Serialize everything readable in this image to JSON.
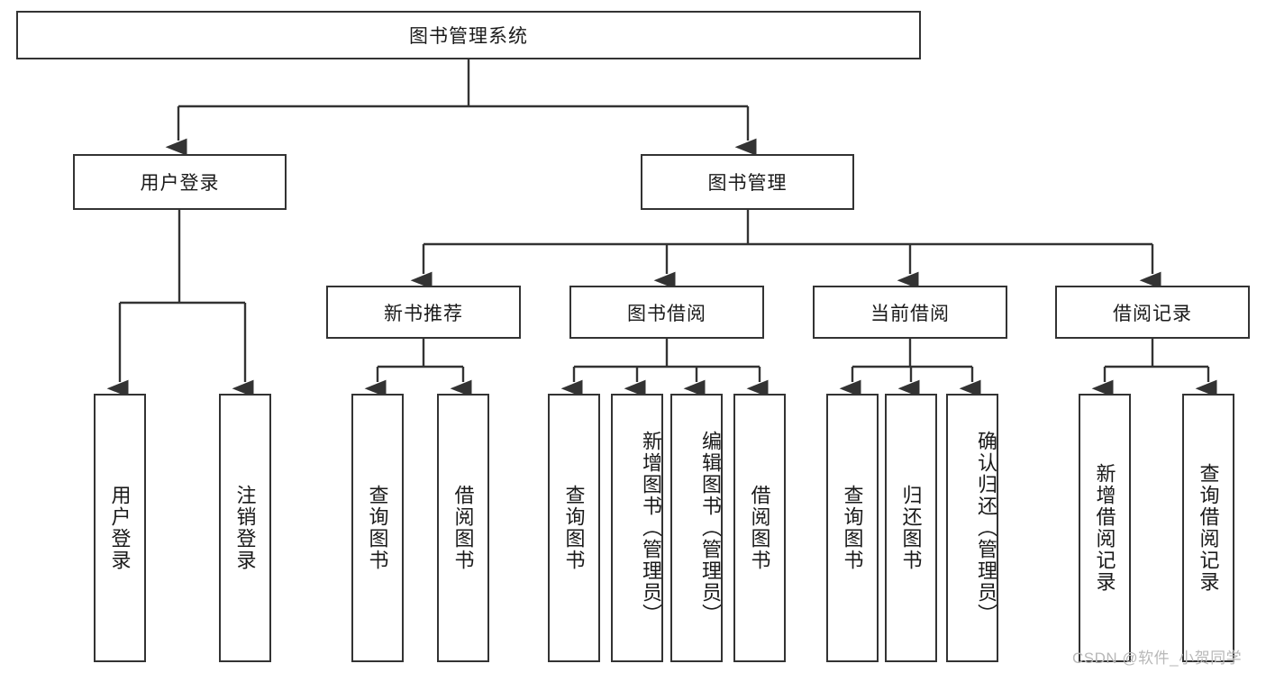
{
  "diagram": {
    "type": "tree-hierarchy",
    "title": "图书管理系统",
    "root": {
      "id": "root",
      "label": "图书管理系统",
      "orientation": "horizontal"
    },
    "level2": [
      {
        "id": "user-login",
        "label": "用户登录",
        "orientation": "horizontal"
      },
      {
        "id": "book-manage",
        "label": "图书管理",
        "orientation": "horizontal"
      }
    ],
    "level3": [
      {
        "id": "new-book-rec",
        "label": "新书推荐",
        "orientation": "horizontal",
        "parent": "book-manage"
      },
      {
        "id": "book-borrow",
        "label": "图书借阅",
        "orientation": "horizontal",
        "parent": "book-manage"
      },
      {
        "id": "current-borrow",
        "label": "当前借阅",
        "orientation": "horizontal",
        "parent": "book-manage"
      },
      {
        "id": "borrow-record",
        "label": "借阅记录",
        "orientation": "horizontal",
        "parent": "book-manage"
      }
    ],
    "leaves": [
      {
        "id": "leaf-user-login",
        "label": "用户登录",
        "parent": "user-login"
      },
      {
        "id": "leaf-logout",
        "label": "注销登录",
        "parent": "user-login"
      },
      {
        "id": "leaf-query-book-1",
        "label": "查询图书",
        "parent": "new-book-rec"
      },
      {
        "id": "leaf-borrow-book-1",
        "label": "借阅图书",
        "parent": "new-book-rec"
      },
      {
        "id": "leaf-query-book-2",
        "label": "查询图书",
        "parent": "book-borrow"
      },
      {
        "id": "leaf-add-book",
        "label": "新增图书（管理员）",
        "parent": "book-borrow"
      },
      {
        "id": "leaf-edit-book",
        "label": "编辑图书（管理员）",
        "parent": "book-borrow"
      },
      {
        "id": "leaf-borrow-book-2",
        "label": "借阅图书",
        "parent": "book-borrow"
      },
      {
        "id": "leaf-query-book-3",
        "label": "查询图书",
        "parent": "current-borrow"
      },
      {
        "id": "leaf-return-book",
        "label": "归还图书",
        "parent": "current-borrow"
      },
      {
        "id": "leaf-confirm-return",
        "label": "确认归还（管理员）",
        "parent": "current-borrow"
      },
      {
        "id": "leaf-add-record",
        "label": "新增借阅记录",
        "parent": "borrow-record"
      },
      {
        "id": "leaf-query-record",
        "label": "查询借阅记录",
        "parent": "borrow-record"
      }
    ],
    "watermark": "CSDN @软件_小贺同学",
    "colors": {
      "stroke": "#333333",
      "background": "#ffffff",
      "text": "#1a1a1a",
      "watermark": "#b8b8b8"
    }
  }
}
